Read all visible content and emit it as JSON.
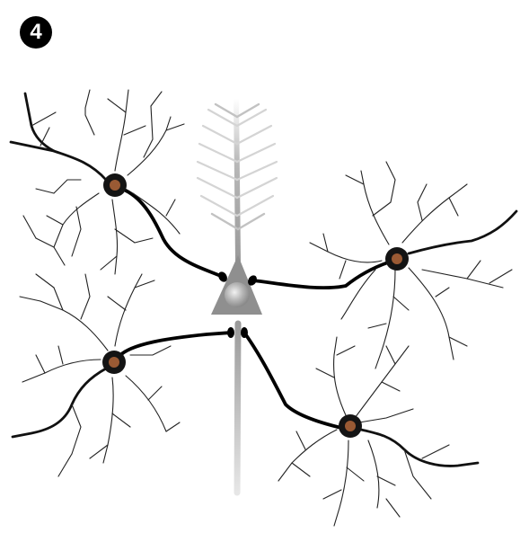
{
  "panel": {
    "number": "4"
  },
  "colors": {
    "background": "#ffffff",
    "axon": "#000000",
    "dendrite": "#111111",
    "soma_ring": "#141414",
    "nucleus": "#9a5a34",
    "pyramidal_cell": "#8c8c8c",
    "pyramidal_dendrite": "#c8c8c8"
  },
  "diagram": {
    "central_cell": "pyramidal-neuron",
    "surrounding_cells": [
      "interneuron-top-left",
      "interneuron-right",
      "interneuron-left",
      "interneuron-bottom-right"
    ]
  }
}
